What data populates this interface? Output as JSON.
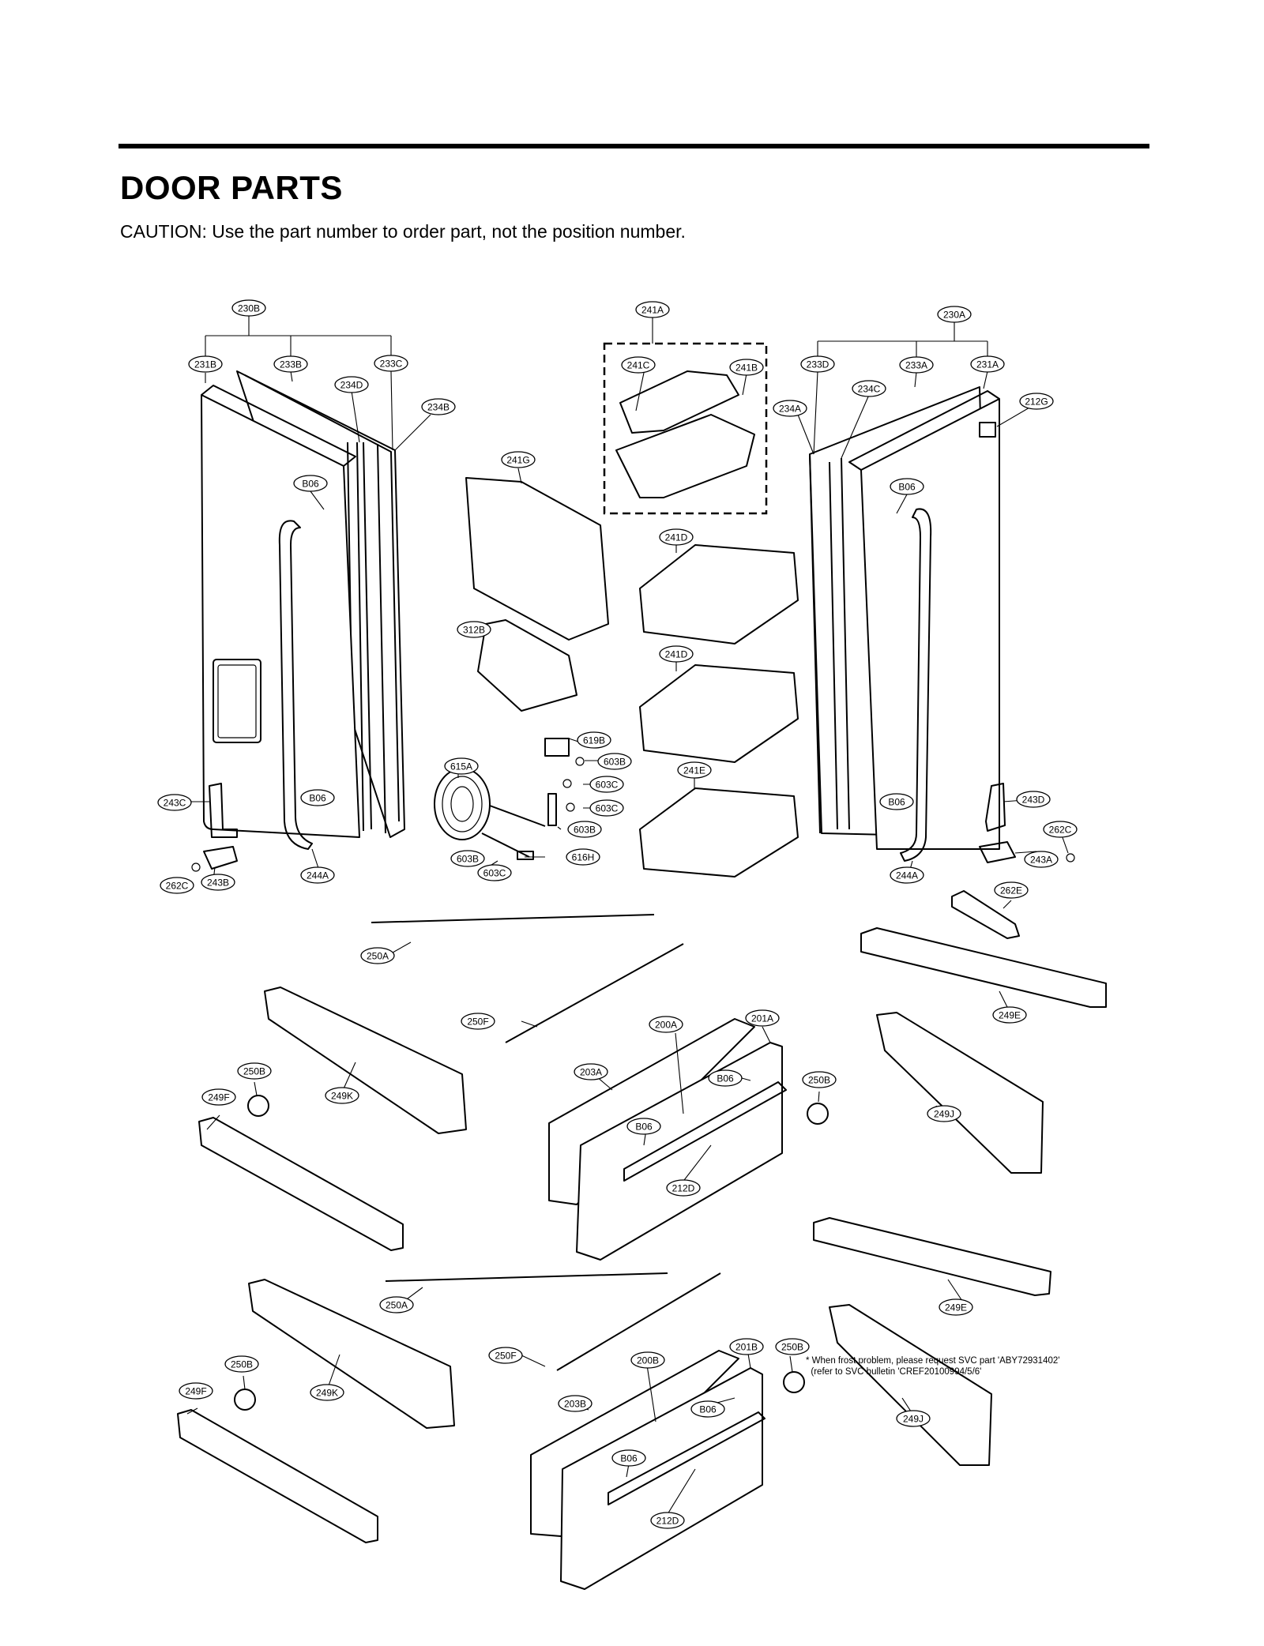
{
  "header": {
    "title": "DOOR PARTS",
    "caution": "CAUTION: Use the part number to order part, not the position number."
  },
  "callouts": {
    "c230B": "230B",
    "c231B": "231B",
    "c233B": "233B",
    "c233C": "233C",
    "c234D": "234D",
    "c234B": "234B",
    "c241A": "241A",
    "c241C": "241C",
    "c241B": "241B",
    "c241G": "241G",
    "c241D1": "241D",
    "c241D2": "241D",
    "c241E": "241E",
    "c230A": "230A",
    "c233D": "233D",
    "c233A": "233A",
    "c231A": "231A",
    "c234C": "234C",
    "c234A": "234A",
    "c212G": "212G",
    "cB06a": "B06",
    "cB06b": "B06",
    "cB06c": "B06",
    "cB06d": "B06",
    "c312B": "312B",
    "c619B": "619B",
    "c603B1": "603B",
    "c603C1": "603C",
    "c603C2": "603C",
    "c603B2": "603B",
    "c615A": "615A",
    "c603B3": "603B",
    "c603C3": "603C",
    "c616H": "616H",
    "c243C": "243C",
    "c262C1": "262C",
    "c243B": "243B",
    "c244A1": "244A",
    "c243D": "243D",
    "c262C2": "262C",
    "c243A": "243A",
    "c244A2": "244A",
    "c262E": "262E",
    "c250A1": "250A",
    "c249E1": "249E",
    "c250F1": "250F",
    "c200A": "200A",
    "c201A": "201A",
    "c203A": "203A",
    "cB06e": "B06",
    "cB06f": "B06",
    "c250B1": "250B",
    "c250B2": "250B",
    "c249F1": "249F",
    "c249K1": "249K",
    "c249J1": "249J",
    "c212D1": "212D",
    "c250A2": "250A",
    "c249E2": "249E",
    "c250F2": "250F",
    "c200B": "200B",
    "c201B": "201B",
    "c250B3": "250B",
    "c250B4": "250B",
    "c249F2": "249F",
    "c249K2": "249K",
    "c203B": "203B",
    "cB06g": "B06",
    "cB06h": "B06",
    "c249J2": "249J",
    "c212D2": "212D"
  },
  "footnote": {
    "line1": "* When frost problem, please request SVC part 'ABY72931402'",
    "line2": "  (refer to SVC bulletin 'CREF20100994/5/6'"
  }
}
